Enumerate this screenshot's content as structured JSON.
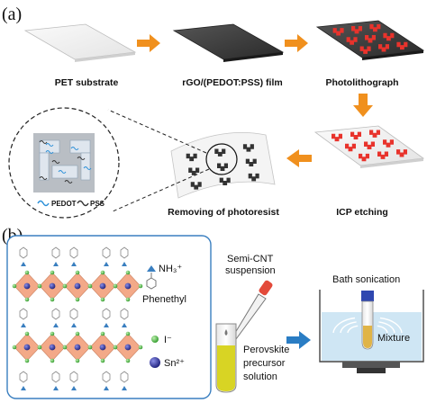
{
  "panel_a": {
    "label": "(a)",
    "steps": {
      "pet": "PET substrate",
      "film": "rGO/(PEDOT:PSS) film",
      "photo": "Photolithograph",
      "icp": "ICP etching",
      "remove": "Removing of photoresist"
    },
    "inset_legend": {
      "pedot": "PEDOT",
      "pss": "PSS"
    }
  },
  "panel_b": {
    "label": "(b)",
    "legend": {
      "nh3": "NH₃⁺",
      "phenethyl": "Phenethyl",
      "iodide": "I⁻",
      "tin": "Sn²⁺"
    },
    "semi_cnt": [
      "Semi-CNT",
      "suspension"
    ],
    "perovskite": [
      "Perovskite",
      "precursor",
      "solution"
    ],
    "bath": "Bath sonication",
    "mixture": "Mixture"
  },
  "colors": {
    "arrow": "#f0901e",
    "blue_arrow": "#2a7dc4",
    "pattern_red": "#e8332c",
    "pattern_dark": "#333333",
    "film_dark": "#3a3a3a",
    "octahedron": "#f2a07c",
    "solution": "#d8d424",
    "water": "#cfe6f4"
  }
}
